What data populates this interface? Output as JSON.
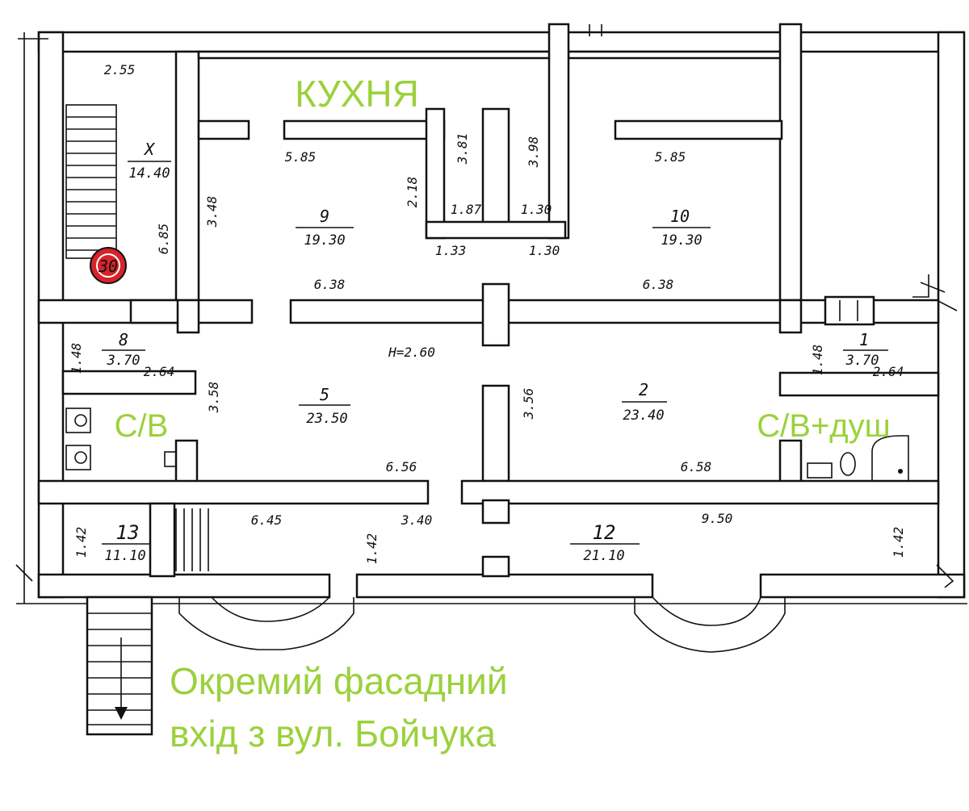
{
  "labels": {
    "kitchen": "КУХНЯ",
    "wc_left": "С/В",
    "wc_right": "С/В+душ",
    "entrance_line1": "Окремий фасадний",
    "entrance_line2": "вхід з вул. Бойчука"
  },
  "rooms": {
    "r_x": {
      "number": "X",
      "area": "14.40"
    },
    "r9": {
      "number": "9",
      "area": "19.30"
    },
    "r10": {
      "number": "10",
      "area": "19.30"
    },
    "r8": {
      "number": "8",
      "area": "3.70"
    },
    "r1": {
      "number": "1",
      "area": "3.70"
    },
    "r5": {
      "number": "5",
      "area": "23.50"
    },
    "r2": {
      "number": "2",
      "area": "23.40"
    },
    "r13": {
      "number": "13",
      "area": "11.10"
    },
    "r12": {
      "number": "12",
      "area": "21.10"
    }
  },
  "dimensions": {
    "d_255": "2.55",
    "d_585": "6.85",
    "d_348": "3.48",
    "d_585_left": "5.85",
    "d_585_right": "5.85",
    "d_218": "2.18",
    "d_381": "3.81",
    "d_398": "3.98",
    "d_187": "1.87",
    "d_130a": "1.30",
    "d_133": "1.33",
    "d_130b": "1.30",
    "d_638_left": "6.38",
    "d_638_right": "6.38",
    "d_148_left": "1.48",
    "d_264_left": "2.64",
    "d_h": "H=2.60",
    "d_148_right": "1.48",
    "d_264_right": "2.64",
    "d_358": "3.58",
    "d_356": "3.56",
    "d_656": "6.56",
    "d_658": "6.58",
    "d_645": "6.45",
    "d_340": "3.40",
    "d_950": "9.50",
    "d_142_left": "1.42",
    "d_142_mid": "1.42",
    "d_142_right": "1.42",
    "marker": "30"
  },
  "colors": {
    "label_green": "#9bd13c",
    "marker_red": "#d8232a"
  }
}
